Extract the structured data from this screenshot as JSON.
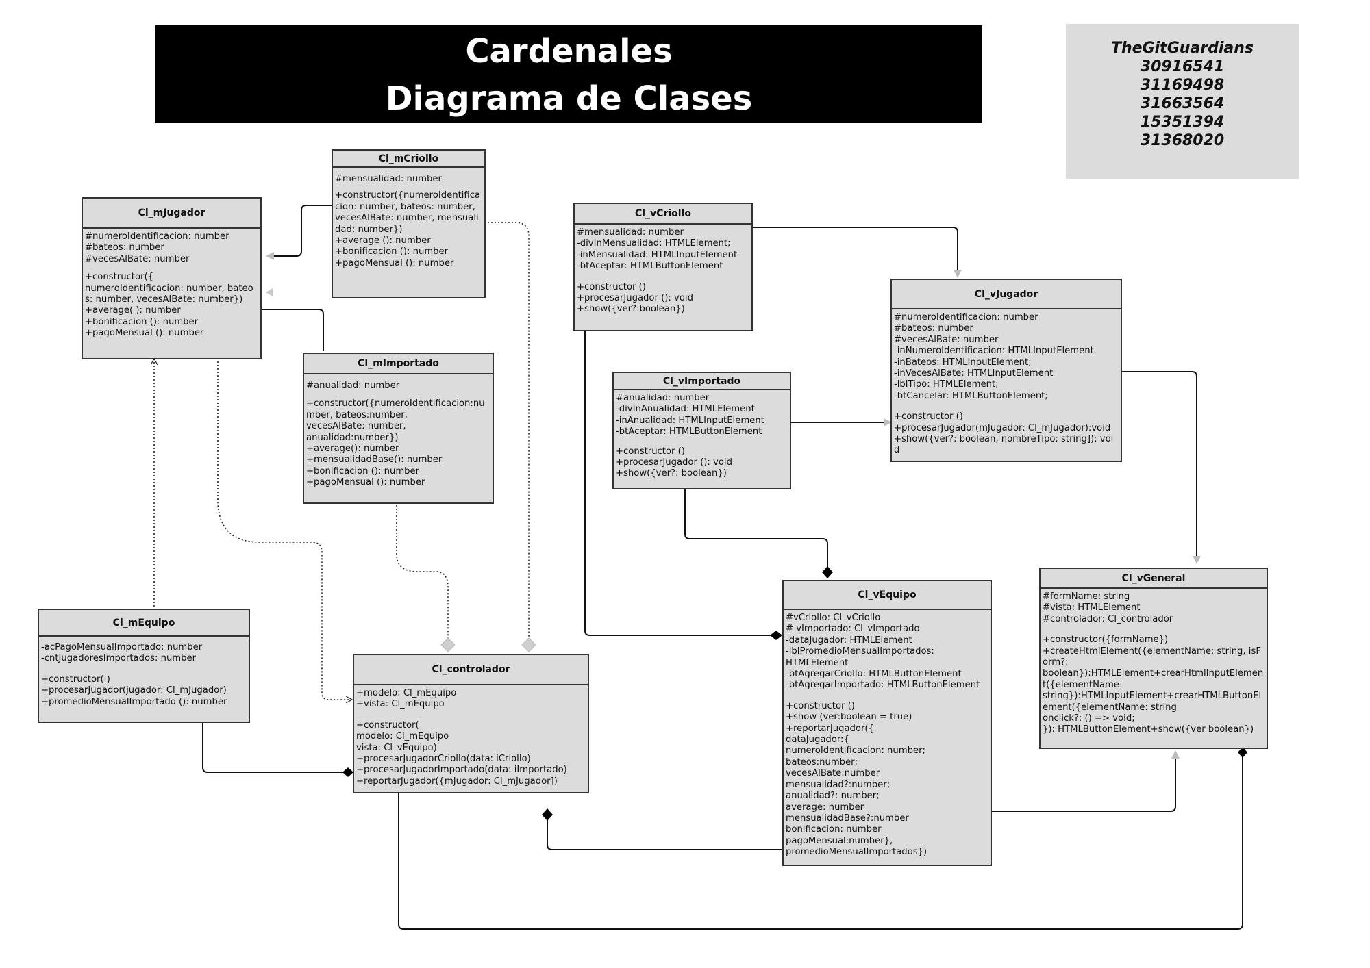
{
  "header": {
    "line1": "Cardenales",
    "line2": "Diagrama de Clases"
  },
  "team": {
    "name": "TheGitGuardians",
    "ids": [
      "30916541",
      "31169498",
      "31663564",
      "15351394",
      "31368020"
    ]
  },
  "classes": {
    "mCriollo": {
      "name": "Cl_mCriollo",
      "attributes": "#mensualidad: number",
      "methods": "+constructor({numeroIdentificacion: number, bateos: number, vecesAlBate: number, mensualidad: number})\n+average (): number\n+bonificacion (): number\n+pagoMensual (): number"
    },
    "mJugador": {
      "name": "Cl_mJugador",
      "attributes": "#numeroIdentificacion: number\n#bateos: number\n#vecesAlBate: number",
      "methods": "+constructor({\nnumeroIdentificacion: number, bateos: number, vecesAlBate: number})\n+average( ): number\n+bonificacion (): number\n+pagoMensual (): number"
    },
    "mImportado": {
      "name": "Cl_mImportado",
      "attributes": "#anualidad: number",
      "methods": "+constructor({numeroIdentificacion:number, bateos:number,\nvecesAlBate: number,\nanualidad:number})\n+average(): number\n+mensualidadBase(): number\n+bonificacion (): number\n+pagoMensual (): number"
    },
    "mEquipo": {
      "name": "Cl_mEquipo",
      "attributes": "-acPagoMensualImportado: number\n-cntJugadoresImportados: number",
      "methods": "+constructor( )\n+procesarJugador(jugador: Cl_mJugador)\n+promedioMensualImportado (): number"
    },
    "controlador": {
      "name": "Cl_controlador",
      "attributes": "+modelo: Cl_mEquipo\n+vista: Cl_mEquipo",
      "methods": "+constructor(\nmodelo: Cl_mEquipo\nvista: Cl_vEquipo)\n+procesarJugadorCriollo(data: iCriollo)\n+procesarJugadorImportado(data: iImportado)\n+reportarJugador({mJugador: Cl_mJugador])"
    },
    "vCriollo": {
      "name": "Cl_vCriollo",
      "attributes": "#mensualidad: number\n-divInMensualidad: HTMLElement;\n-inMensualidad: HTMLInputElement\n-btAceptar: HTMLButtonElement",
      "methods": "+constructor ()\n+procesarJugador (): void\n+show({ver?:boolean})"
    },
    "vImportado": {
      "name": "Cl_vImportado",
      "attributes": "#anualidad: number\n-divInAnualidad: HTMLElement\n-inAnualidad: HTMLInputElement\n-btAceptar: HTMLButtonElement",
      "methods": "+constructor ()\n+procesarJugador (): void\n+show({ver?: boolean})"
    },
    "vJugador": {
      "name": "Cl_vJugador",
      "attributes": "#numeroIdentificacion: number\n#bateos: number\n#vecesAlBate: number\n-inNumeroIdentificacion: HTMLInputElement\n-inBateos: HTMLInputElement;\n-inVecesAlBate: HTMLInputElement\n-lblTipo: HTMLElement;\n-btCancelar: HTMLButtonElement;",
      "methods": "+constructor ()\n+procesarJugador(mJugador: Cl_mJugador):void\n+show({ver?: boolean, nombreTipo: string]): void"
    },
    "vEquipo": {
      "name": "Cl_vEquipo",
      "attributes": "#vCriollo: Cl_vCriollo\n# vImportado: Cl_vImportado\n-dataJugador: HTMLElement\n-lblPromedioMensualImportados:\nHTMLElement\n-btAgregarCriollo: HTMLButtonElement\n-btAgregarImportado: HTMLButtonElement",
      "methods": "+constructor ()\n+show (ver:boolean = true)\n+reportarJugador({\ndataJugador:{\nnumeroIdentificacion: number;\nbateos:number;\nvecesAlBate:number\nmensualidad?:number;\nanualidad?: number;\naverage: number\nmensualidadBase?:number\nbonificacion: number\npagoMensual:number},\npromedioMensualImportados})"
    },
    "vGeneral": {
      "name": "Cl_vGeneral",
      "attributes": "#formName: string\n#vista: HTMLElement\n#controlador: Cl_controlador",
      "methods": "+constructor({formName})\n+createHtmlElement({elementName: string, isForm?:\nboolean}):HTMLElement+crearHtmlInputElement({elementName:\nstring}):HTMLInputElement+crearHTMLButtonElement({elementName: string\nonclick?: () => void;\n}): HTMLButtonElement+show({ver boolean})"
    }
  }
}
